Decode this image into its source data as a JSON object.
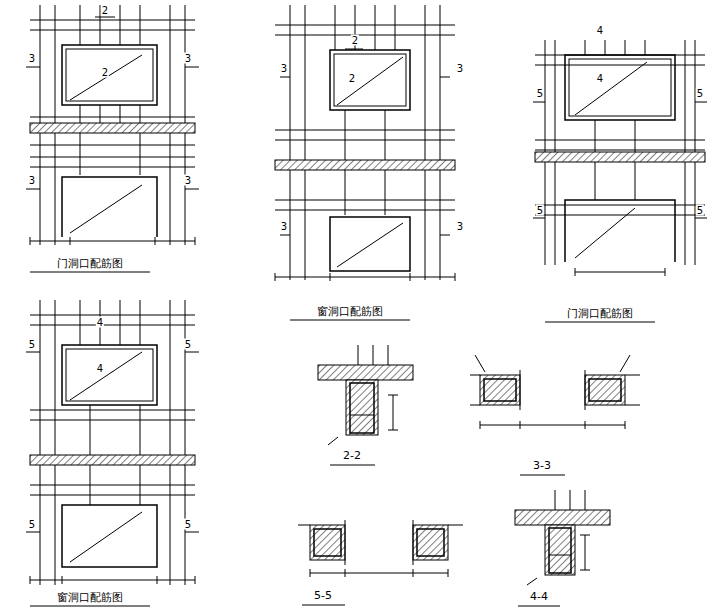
{
  "diagram": {
    "labels": [
      "2",
      "2",
      "3",
      "3",
      "3",
      "3",
      "门洞口配筋图",
      "2",
      "2",
      "3",
      "3",
      "3",
      "3",
      "窗洞口配筋图",
      "4",
      "4",
      "5",
      "5",
      "5",
      "5",
      "门洞口配筋图",
      "4",
      "4",
      "5",
      "5",
      "5",
      "5",
      "窗洞口配筋图",
      "2-2",
      "3-3",
      "5-5",
      "4-4"
    ]
  }
}
